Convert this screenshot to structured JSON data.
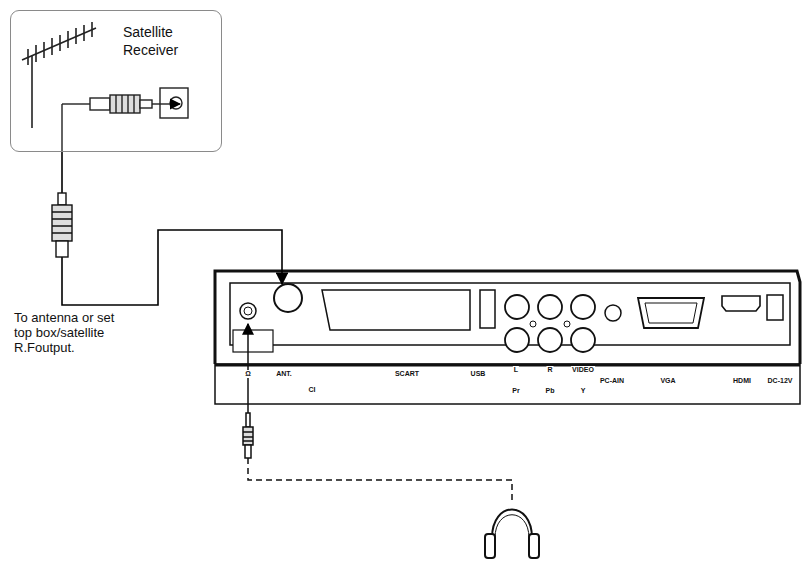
{
  "diagram": {
    "nodes": [
      {
        "text": [
          "Satellite Receiver"
        ]
      },
      {
        "text": [
          "Ω",
          "ANT.",
          "CI",
          "SCART",
          "USB",
          "L",
          "R",
          "VIDEO",
          "Pr",
          "Pb",
          "Y",
          "PC-AIN",
          "VGA",
          "HDMI",
          "DC-12V"
        ]
      }
    ],
    "edges": [
      {
        "from": 0,
        "to": 1,
        "arrow": "to"
      }
    ],
    "labels": [
      "To antenna or set top box/satellite R.Foutput."
    ]
  }
}
